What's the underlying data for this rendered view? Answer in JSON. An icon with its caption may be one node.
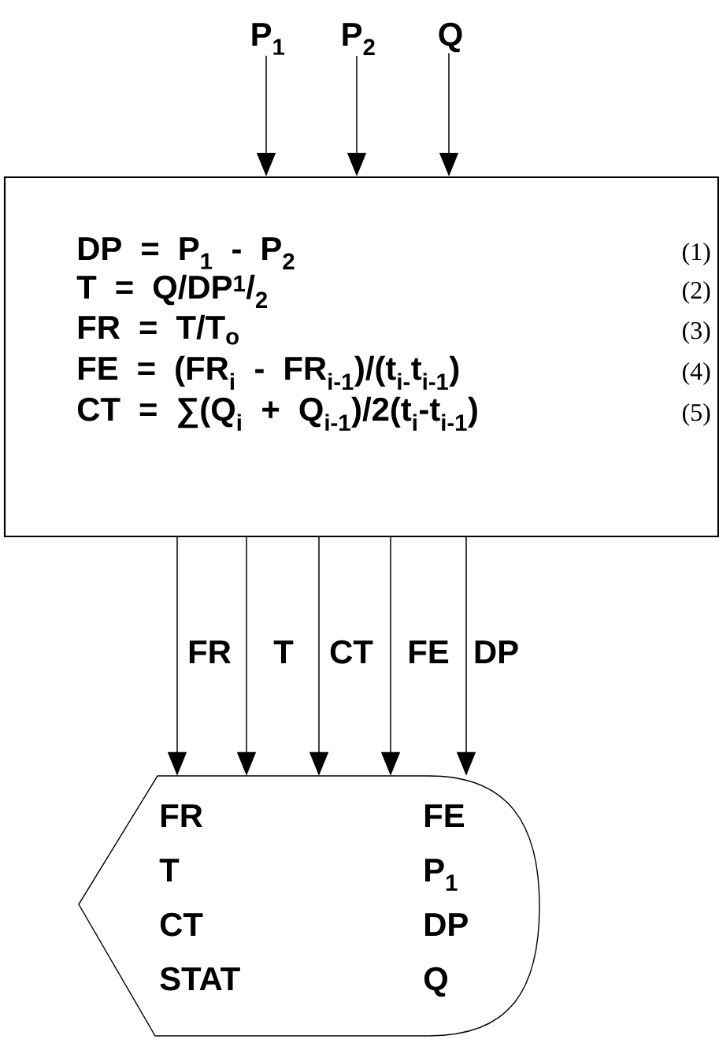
{
  "diagram": {
    "nodes": [
      {
        "text": [
          "P$_{1}$"
        ]
      },
      {
        "text": [
          "P$_{2}$"
        ]
      },
      {
        "text": [
          "Q"
        ]
      },
      {
        "text": [
          "DP = P$_{1}$ - P$_{2}$",
          "T = Q/DP$^{1}$/$_{2}$",
          "FR = T/T$_{o}$",
          "FE = (FR$_{i}$ - FR$_{i-1}$)/(t$_{i-}$t$_{i-1}$)",
          "CT = ∑(Q$_{i}$ + Q$_{i-1}$)/2(t$_{i}$-t$_{i-1}$)",
          "(1)",
          "(2)",
          "(3)",
          "(4)",
          "(5)"
        ]
      },
      {
        "text": [
          "FR",
          "T",
          "CT",
          "STAT",
          "FE",
          "P$_{1}$",
          "DP",
          "Q"
        ]
      }
    ],
    "edges": [
      {
        "from": 0,
        "to": 3,
        "arrow": "to"
      },
      {
        "from": 1,
        "to": 3,
        "arrow": "to"
      },
      {
        "from": 2,
        "to": 3,
        "arrow": "to"
      },
      {
        "from": 3,
        "to": 4,
        "arrow": "to",
        "label": "FR"
      },
      {
        "from": 3,
        "to": 4,
        "arrow": "to",
        "label": "T"
      },
      {
        "from": 3,
        "to": 4,
        "arrow": "to",
        "label": "CT"
      },
      {
        "from": 3,
        "to": 4,
        "arrow": "to",
        "label": "FE"
      },
      {
        "from": 3,
        "to": 4,
        "arrow": "to",
        "label": "DP"
      }
    ]
  }
}
